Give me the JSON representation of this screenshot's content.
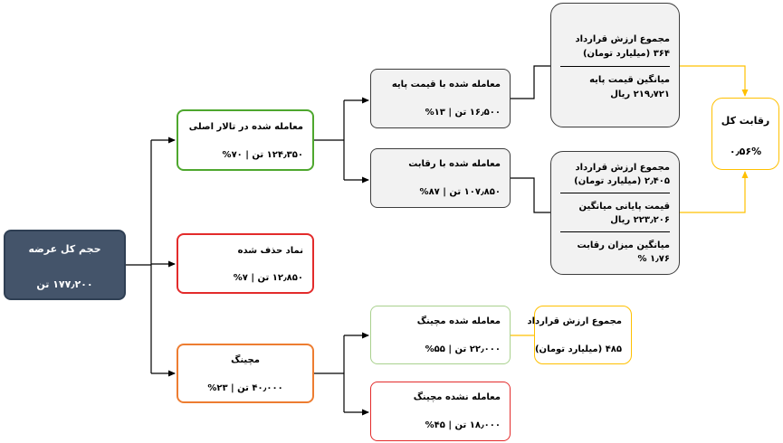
{
  "total": {
    "title": "حجم  کل عرضه",
    "value": "۱۷۷٫۲۰۰ تن"
  },
  "main_hall": {
    "title": "معامله شده در تالار اصلی",
    "value": "۱۲۴٫۳۵۰ تن | ۷۰%"
  },
  "deleted": {
    "title": "نماد حذف شده",
    "value": "۱۲٫۸۵۰ تن | ۷%"
  },
  "mechink": {
    "title": "مچینگ",
    "value": "۴۰٫۰۰۰ تن | ۲۳%"
  },
  "base_price": {
    "title": "معامله شده با قیمت پایه",
    "value": "۱۶٫۵۰۰ تن | ۱۳%"
  },
  "competition": {
    "title": "معامله شده با رقابت",
    "value": "۱۰۷٫۸۵۰ تن | ۸۷%"
  },
  "mechink_done": {
    "title": "معامله شده مچینگ",
    "value": "۲۲٫۰۰۰ تن | ۵۵%"
  },
  "mechink_not": {
    "title": "معامله نشده مچینگ",
    "value": "۱۸٫۰۰۰ تن | ۴۵%"
  },
  "info_base": {
    "contract_title": "مجموع ارزش قرارداد",
    "contract_value": "۳۶۴ (میلیارد تومان)",
    "avg_title": "میانگین قیمت پایه",
    "avg_value": "۲۱۹٫۷۲۱ ریال"
  },
  "info_rival": {
    "contract_title": "مجموع ارزش قرارداد",
    "contract_value": "۲٫۴۰۵ (میلیارد تومان)",
    "final_title": "قیمت پایانی میانگین",
    "final_value": "۲۲۳٫۲۰۶ ریال",
    "rate_title": "میانگین میزان رقابت",
    "rate_value": "۱٫۷۶ %"
  },
  "total_competition": {
    "title": "رقابت کل",
    "value": "۰٫۵۶%"
  },
  "mechink_contract": {
    "title": "مجموع ارزش قرارداد",
    "value": "۴۸۵  (میلیارد تومان)"
  },
  "colors": {
    "dark_node": "#44546a",
    "green": "#4ea72e",
    "red": "#e32b2b",
    "orange": "#ed7d31",
    "light_green": "#a9d18e",
    "gold": "#ffc000",
    "gray_fill": "#f2f2f2"
  }
}
